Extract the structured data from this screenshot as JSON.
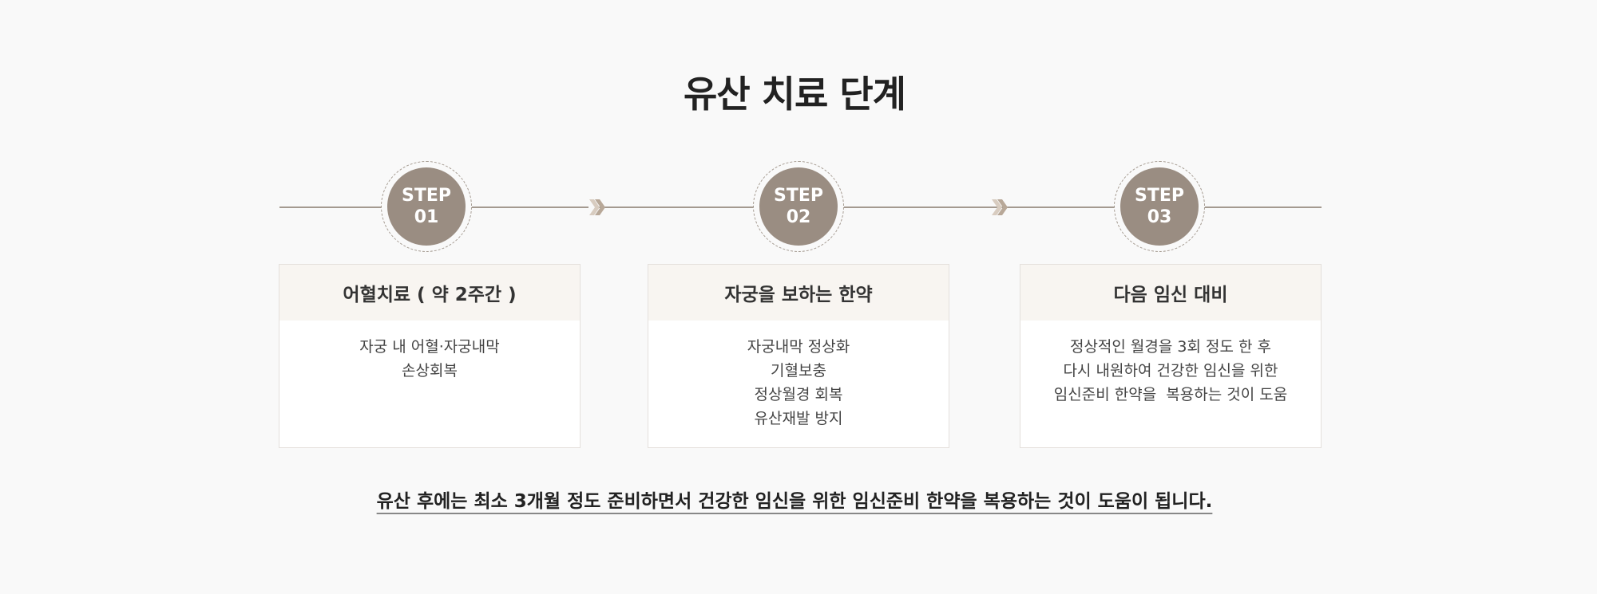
{
  "title": "유산 치료 단계",
  "steps": [
    {
      "step_label": "STEP",
      "step_number": "01",
      "heading": "어혈치료 ( 약 2주간 )",
      "lines": [
        "자궁 내 어혈·자궁내막",
        "손상회복"
      ]
    },
    {
      "step_label": "STEP",
      "step_number": "02",
      "heading": "자궁을 보하는 한약",
      "lines": [
        "자궁내막 정상화",
        "기혈보충",
        "정상월경 회복",
        "유산재발 방지"
      ]
    },
    {
      "step_label": "STEP",
      "step_number": "03",
      "heading": "다음 임신 대비",
      "lines": [
        "정상적인 월경을 3회 정도 한 후",
        "다시 내원하여 건강한 임신을 위한",
        "임신준비 한약을  복용하는 것이 도움"
      ]
    }
  ],
  "bottom_note": "유산 후에는 최소 3개월 정도 준비하면서 건강한 임신을 위한 임신준비 한약을 복용하는 것이 도움이 됩니다.",
  "icons": {
    "arrow": "double-chevron-right-icon"
  },
  "colors": {
    "background": "#f9f9f9",
    "circle": "#9a8d82",
    "line": "#a49a90",
    "card_header": "#f8f5f1",
    "chevron_light": "#d8ccc0",
    "chevron_dark": "#b8a898"
  }
}
